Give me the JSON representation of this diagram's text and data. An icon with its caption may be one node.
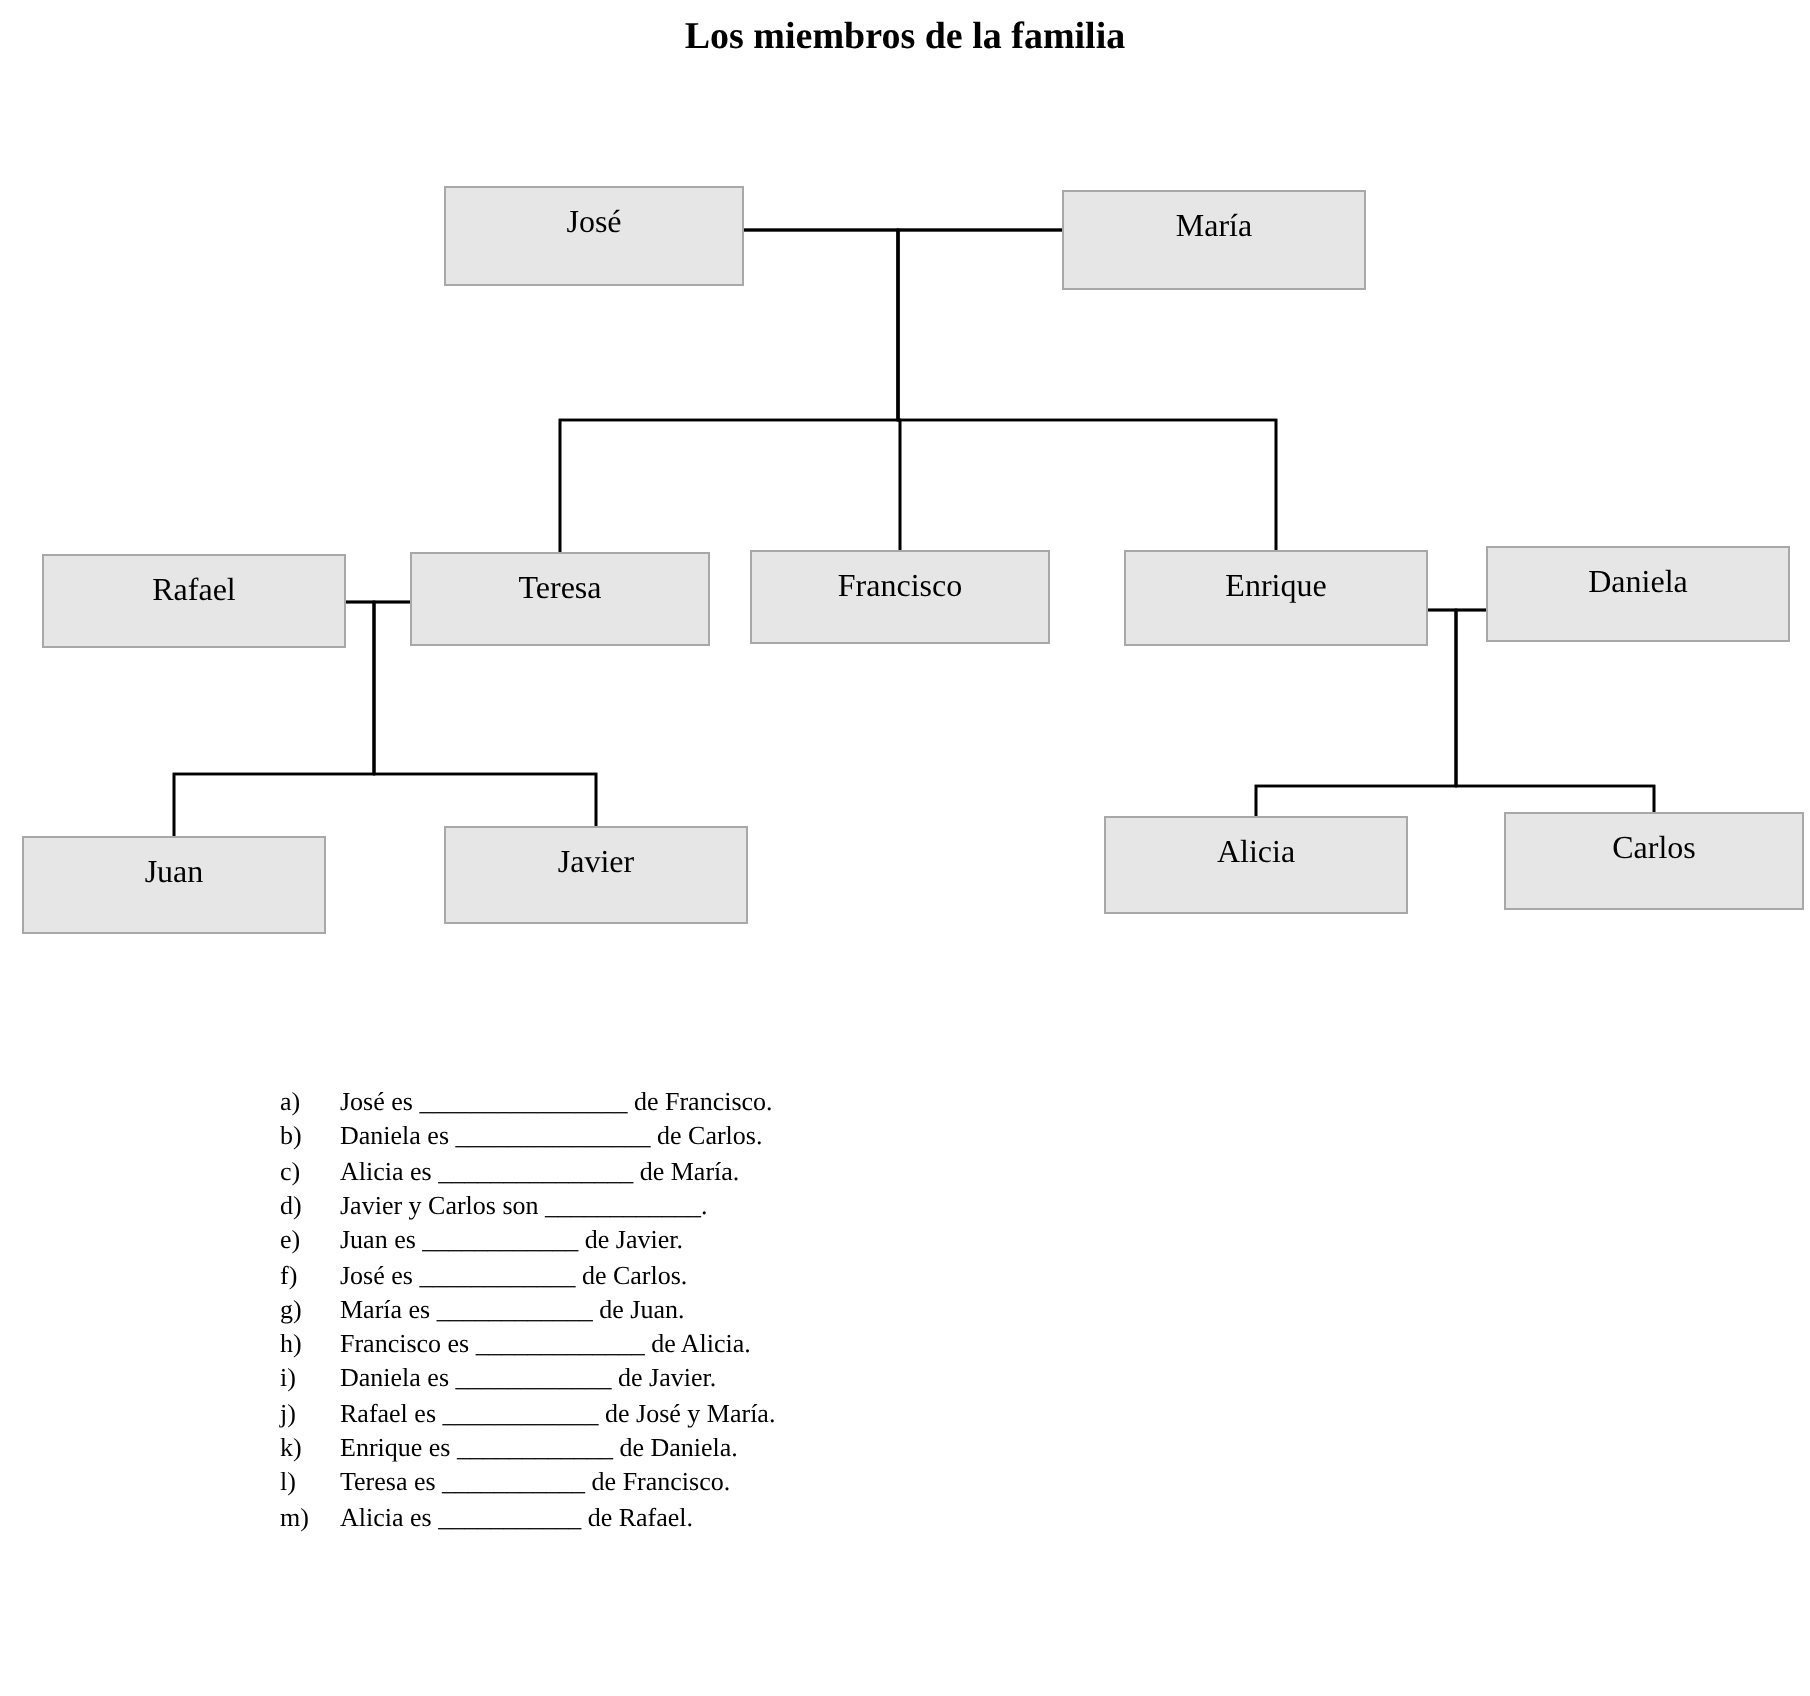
{
  "diagram": {
    "title": "Los miembros de la familia",
    "nodes": [
      {
        "text": [
          "José"
        ]
      },
      {
        "text": [
          "María"
        ]
      },
      {
        "text": [
          "Rafael"
        ]
      },
      {
        "text": [
          "Teresa"
        ]
      },
      {
        "text": [
          "Francisco"
        ]
      },
      {
        "text": [
          "Enrique"
        ]
      },
      {
        "text": [
          "Daniela"
        ]
      },
      {
        "text": [
          "Juan"
        ]
      },
      {
        "text": [
          "Javier"
        ]
      },
      {
        "text": [
          "Alicia"
        ]
      },
      {
        "text": [
          "Carlos"
        ]
      }
    ],
    "edges": [
      {
        "from": 0,
        "to": 1,
        "arrow": "none"
      },
      {
        "from": 0,
        "to": 3,
        "arrow": "none"
      },
      {
        "from": 0,
        "to": 4,
        "arrow": "none"
      },
      {
        "from": 0,
        "to": 5,
        "arrow": "none"
      },
      {
        "from": 1,
        "to": 3,
        "arrow": "none"
      },
      {
        "from": 1,
        "to": 4,
        "arrow": "none"
      },
      {
        "from": 1,
        "to": 5,
        "arrow": "none"
      },
      {
        "from": 2,
        "to": 3,
        "arrow": "none"
      },
      {
        "from": 2,
        "to": 7,
        "arrow": "none"
      },
      {
        "from": 2,
        "to": 8,
        "arrow": "none"
      },
      {
        "from": 3,
        "to": 7,
        "arrow": "none"
      },
      {
        "from": 3,
        "to": 8,
        "arrow": "none"
      },
      {
        "from": 5,
        "to": 6,
        "arrow": "none"
      },
      {
        "from": 5,
        "to": 9,
        "arrow": "none"
      },
      {
        "from": 5,
        "to": 10,
        "arrow": "none"
      },
      {
        "from": 6,
        "to": 9,
        "arrow": "none"
      },
      {
        "from": 6,
        "to": 10,
        "arrow": "none"
      }
    ],
    "labels": [
      "a)",
      "José es ________________ de Francisco.",
      "b)",
      "Daniela es _______________ de Carlos.",
      "c)",
      "Alicia es _______________ de María.",
      "d)",
      "Javier y Carlos son ____________.",
      "e)",
      "Juan es ____________ de Javier.",
      "f)",
      "José es ____________ de Carlos.",
      "g)",
      "María es ____________ de Juan.",
      "h)",
      "Francisco es _____________ de Alicia.",
      "i)",
      "Daniela es ____________ de Javier.",
      "j)",
      "Rafael es ____________ de José y María.",
      "k)",
      "Enrique es ____________ de Daniela.",
      "l)",
      "Teresa es ___________ de Francisco.",
      "m)",
      "Alicia es ___________ de Rafael."
    ]
  }
}
